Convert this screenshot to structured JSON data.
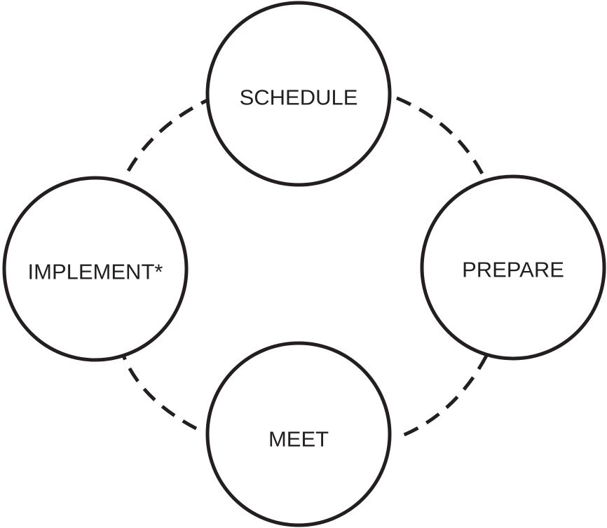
{
  "diagram": {
    "type": "cycle",
    "nodes": [
      {
        "id": "schedule",
        "label": "SCHEDULE"
      },
      {
        "id": "prepare",
        "label": "PREPARE"
      },
      {
        "id": "meet",
        "label": "MEET"
      },
      {
        "id": "implement",
        "label": "IMPLEMENT*"
      }
    ],
    "edges": [
      {
        "from": "schedule",
        "to": "prepare",
        "style": "dashed"
      },
      {
        "from": "prepare",
        "to": "meet",
        "style": "dashed"
      },
      {
        "from": "meet",
        "to": "implement",
        "style": "dashed"
      },
      {
        "from": "implement",
        "to": "schedule",
        "style": "dashed"
      }
    ],
    "colors": {
      "stroke": "#231f20",
      "fill": "#ffffff",
      "text": "#231f20"
    }
  }
}
